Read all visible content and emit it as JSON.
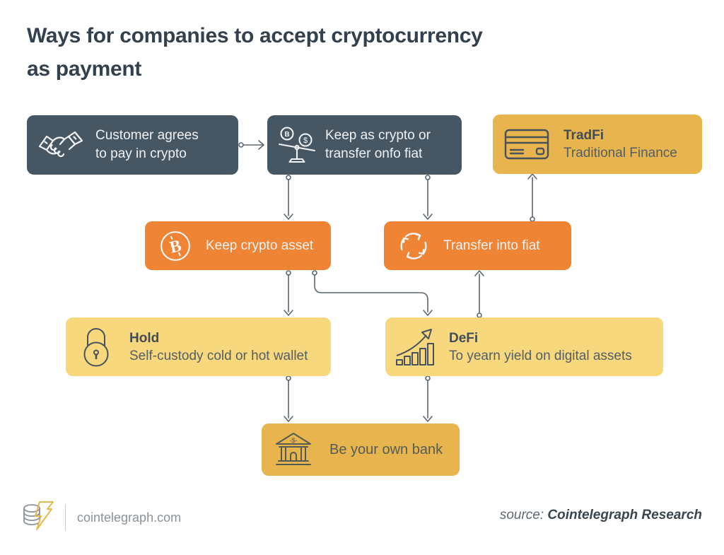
{
  "title": {
    "line1": "Ways for companies to accept cryptocurrency",
    "line2": "as payment"
  },
  "colors": {
    "dark_box": "#475663",
    "orange_box": "#EE8434",
    "yellow_box": "#F8D87D",
    "gold_box": "#E8B44D",
    "connector": "#5B6671",
    "title_text": "#33404D",
    "light_text": "#EFF2F4",
    "dark_text": "#414C56"
  },
  "nodes": {
    "customer": {
      "icon": "handshake-icon",
      "text": "Customer agrees\nto pay in crypto"
    },
    "keep_or_transfer": {
      "icon": "balance-scale-icon",
      "text": "Keep as crypto or\ntransfer onfo fiat"
    },
    "tradfi": {
      "icon": "credit-card-icon",
      "title": "TradFi",
      "subtitle": "Traditional Finance"
    },
    "keep_crypto": {
      "icon": "bitcoin-icon",
      "text": "Keep crypto asset"
    },
    "transfer_fiat": {
      "icon": "cycle-arrows-icon",
      "text": "Transfer into fiat"
    },
    "hold": {
      "icon": "padlock-icon",
      "title": "Hold",
      "subtitle": "Self-custody cold or hot wallet"
    },
    "defi": {
      "icon": "growth-chart-icon",
      "title": "DeFi",
      "subtitle": "To yearn yield on digital assets"
    },
    "bank": {
      "icon": "bank-icon",
      "text": "Be your own bank",
      "pediment_label": "-$-"
    }
  },
  "footer": {
    "site": "cointelegraph.com",
    "source_label": "source:",
    "source_name": "Cointelegraph Research"
  }
}
